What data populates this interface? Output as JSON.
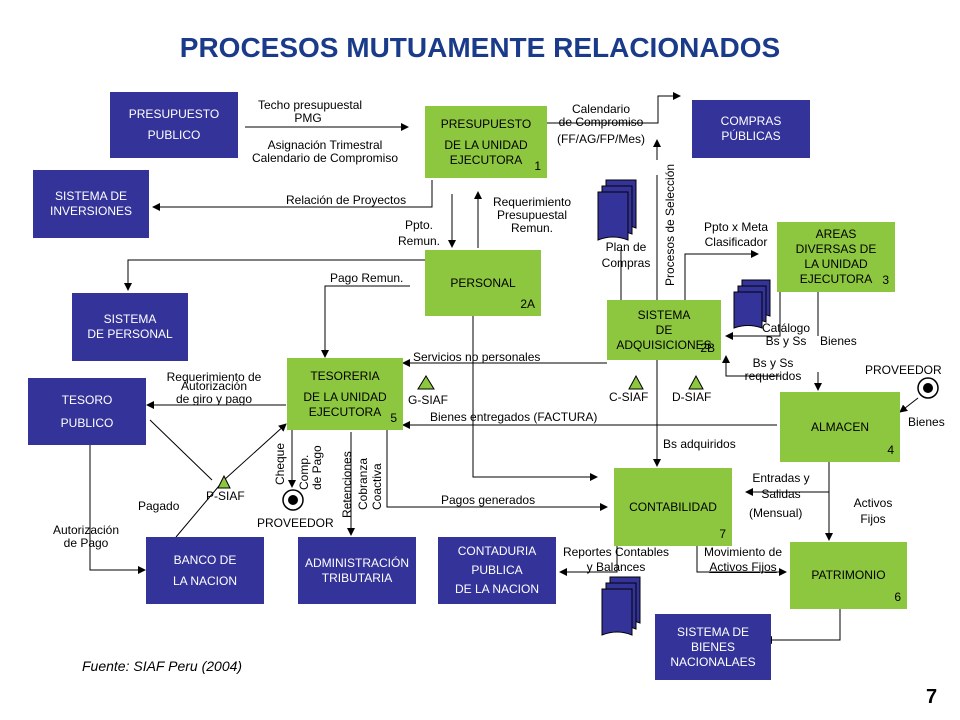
{
  "title": "PROCESOS MUTUAMENTE RELACIONADOS",
  "boxes": {
    "presupuesto_publico": [
      "PRESUPUESTO",
      "PUBLICO"
    ],
    "presupuesto_ue": [
      "PRESUPUESTO",
      "DE LA UNIDAD",
      "EJECUTORA"
    ],
    "presupuesto_ue_num": "1",
    "compras_publicas": [
      "COMPRAS",
      "PÚBLICAS"
    ],
    "sistema_inversiones": [
      "SISTEMA DE",
      "INVERSIONES"
    ],
    "areas_diversas": [
      "AREAS",
      "DIVERSAS DE",
      "LA UNIDAD",
      "EJECUTORA"
    ],
    "areas_num": "3",
    "personal": "PERSONAL",
    "personal_num": "2A",
    "sistema_personal": [
      "SISTEMA",
      "DE PERSONAL"
    ],
    "sistema_adquisiciones": [
      "SISTEMA",
      "DE",
      "ADQUISICIONES"
    ],
    "adquisiciones_num": "2B",
    "tesoro_publico": [
      "TESORO",
      "PUBLICO"
    ],
    "tesoreria": [
      "TESORERIA",
      "DE LA UNIDAD",
      "EJECUTORA"
    ],
    "tesoreria_num": "5",
    "almacen": "ALMACEN",
    "almacen_num": "4",
    "contabilidad": "CONTABILIDAD",
    "contabilidad_num": "7",
    "banco_nacion": [
      "BANCO DE",
      "LA NACION"
    ],
    "administracion_tributaria": [
      "ADMINISTRACIÓN",
      "TRIBUTARIA"
    ],
    "contaduria_publica": [
      "CONTADURIA",
      "PUBLICA",
      "DE LA NACION"
    ],
    "patrimonio": "PATRIMONIO",
    "patrimonio_num": "6",
    "sistema_bienes": [
      "SISTEMA DE",
      "BIENES",
      "NACIONALAES"
    ]
  },
  "labels": {
    "techo": "Techo presupuestal",
    "pmg": "PMG",
    "asignacion": "Asignación Trimestral",
    "calendario_comp": "Calendario de Compromiso",
    "calendario": "Calendario",
    "de_compromiso": "de Compromiso",
    "ff_ag": "(FF/AG/FP/Mes)",
    "relacion_proyectos": "Relación de Proyectos",
    "requerimiento_presup": [
      "Requerimiento",
      "Presupuestal",
      "Remun."
    ],
    "ppto_remun": [
      "Ppto.",
      "Remun."
    ],
    "plan_compras": [
      "Plan  de",
      "Compras"
    ],
    "procesos_seleccion": "Procesos de Selección",
    "ppto_meta": [
      "Ppto x Meta",
      "Clasificador"
    ],
    "pago_remun": "Pago Remun.",
    "catalogo": [
      "Catálogo",
      "Bs y Ss"
    ],
    "bienes_1": "Bienes",
    "servicios_no_personales": "Servicios no personales",
    "bs_ss_requeridos": [
      "Bs y Ss",
      "requeridos"
    ],
    "proveedor_1": "PROVEEDOR",
    "req_autorizacion": [
      "Requerimiento  de",
      "Autorización",
      "de giro y pago"
    ],
    "g_siaf": "G-SIAF",
    "c_siaf": "C-SIAF",
    "d_siaf": "D-SIAF",
    "bienes_entregados": "Bienes entregados (FACTURA)",
    "bienes_2": "Bienes",
    "bs_adquiridos": "Bs adquiridos",
    "cheque": "Cheque",
    "comp_de_pago": [
      "Comp.",
      "de Pago"
    ],
    "retenciones": "Retenciones",
    "cobranza_coactiva": [
      "Cobranza",
      "Coactiva"
    ],
    "p_siaf": "P-SIAF",
    "pagado": "Pagado",
    "entradas_salidas": [
      "Entradas y",
      "Salidas"
    ],
    "mensual": "(Mensual)",
    "activos_fijos": [
      "Activos",
      "Fijos"
    ],
    "pagos_generados": "Pagos generados",
    "proveedor_2": "PROVEEDOR",
    "autorizacion_pago": [
      "Autorización",
      "de Pago"
    ],
    "reportes_contables": [
      "Reportes Contables",
      "y Balances"
    ],
    "movimiento_activos": [
      "Movimiento de",
      "Activos Fijos"
    ]
  },
  "source": "Fuente: SIAF Peru (2004)",
  "page_number": "7",
  "colors": {
    "blue_box": "#33339a",
    "green_box": "#8dc63f",
    "title": "#1a3a8a",
    "siaf_triangle": "#8dc63f",
    "document_stack": "#33339a"
  }
}
